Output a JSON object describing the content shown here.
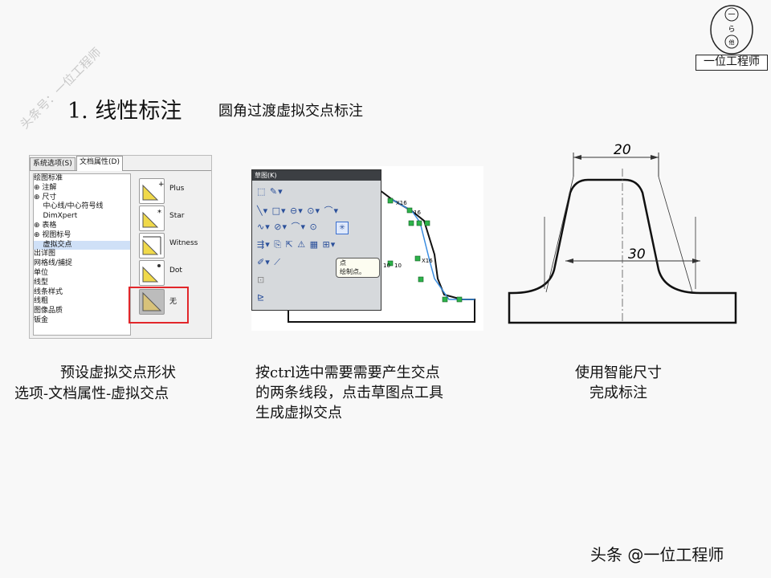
{
  "watermark": "头条号：一位工程师",
  "logo": {
    "top_char": "一",
    "mid_char": "ら",
    "bottom_char": "他",
    "label": "一位工程师"
  },
  "title": {
    "main": "1. 线性标注",
    "sub": "圆角过渡虚拟交点标注"
  },
  "panel1": {
    "tabs": [
      "系统选项(S)",
      "文档属性(D)"
    ],
    "tree": [
      "绘图标准",
      "⊕ 注解",
      "⊕ 尺寸",
      "    中心线/中心符号线",
      "    DimXpert",
      "⊕ 表格",
      "⊕ 视图标号",
      "    虚拟交点",
      "出详图",
      "网格线/捕捉",
      "单位",
      "线型",
      "线条样式",
      "线粗",
      "图像品质",
      "钣金"
    ],
    "options": [
      {
        "label": "Plus",
        "mark": "+"
      },
      {
        "label": "Star",
        "mark": "*"
      },
      {
        "label": "Witness",
        "mark": "|"
      },
      {
        "label": "Dot",
        "mark": "·"
      },
      {
        "label": "无",
        "mark": ""
      }
    ]
  },
  "panel2": {
    "toolbar_title": "草图(K)",
    "tooltip_title": "点",
    "tooltip_desc": "绘制点。",
    "labels": [
      "X16",
      "16",
      "X16",
      "10",
      "10"
    ]
  },
  "panel3": {
    "dim_top": "20",
    "dim_mid": "30"
  },
  "captions": {
    "c1": [
      "预设虚拟交点形状",
      "选项-文档属性-虚拟交点"
    ],
    "c2": [
      "按ctrl选中需要需要产生交点",
      "的两条线段，点击草图点工具",
      "生成虚拟交点"
    ],
    "c3": [
      "使用智能尺寸",
      "完成标注"
    ]
  },
  "credit": "头条 @一位工程师",
  "colors": {
    "red": "#e2262a",
    "accent_blue": "#2a4f9a",
    "option_yellow": "#f0d94a"
  }
}
